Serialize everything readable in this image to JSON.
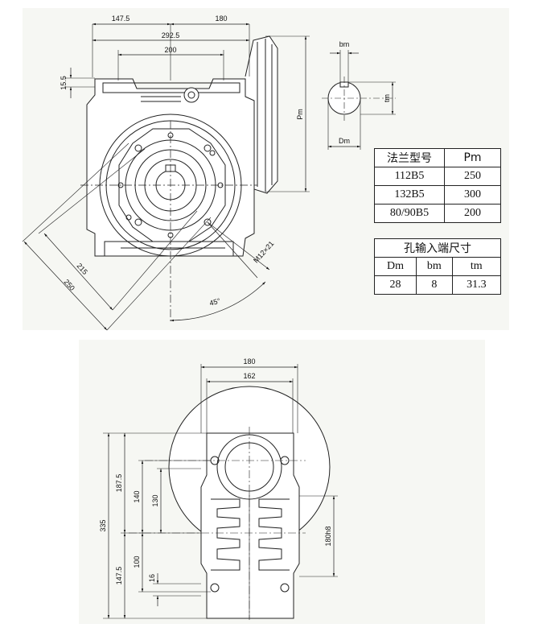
{
  "top_view": {
    "dims": {
      "d_147_5": "147.5",
      "d_180": "180",
      "d_292_5": "292.5",
      "d_200": "200",
      "d_15_5": "15.5",
      "d_pm": "Pm",
      "d_215": "215",
      "d_250": "250",
      "d_m12": "M12×21",
      "d_45": "45°"
    }
  },
  "key_detail": {
    "bm": "bm",
    "tm": "tm",
    "dm": "Dm"
  },
  "flange_table": {
    "headers": [
      "法兰型号",
      "Pm"
    ],
    "rows": [
      [
        "112B5",
        "250"
      ],
      [
        "132B5",
        "300"
      ],
      [
        "80/90B5",
        "200"
      ]
    ]
  },
  "input_table": {
    "caption": "孔输入端尺寸",
    "headers": [
      "Dm",
      "bm",
      "tm"
    ],
    "rows": [
      [
        "28",
        "8",
        "31.3"
      ]
    ]
  },
  "side_view": {
    "dims": {
      "d_180": "180",
      "d_162": "162",
      "d_335": "335",
      "d_187_5": "187.5",
      "d_140": "140",
      "d_130": "130",
      "d_147_5": "147.5",
      "d_100": "100",
      "d_16": "16",
      "d_180h8": "180h8"
    }
  }
}
